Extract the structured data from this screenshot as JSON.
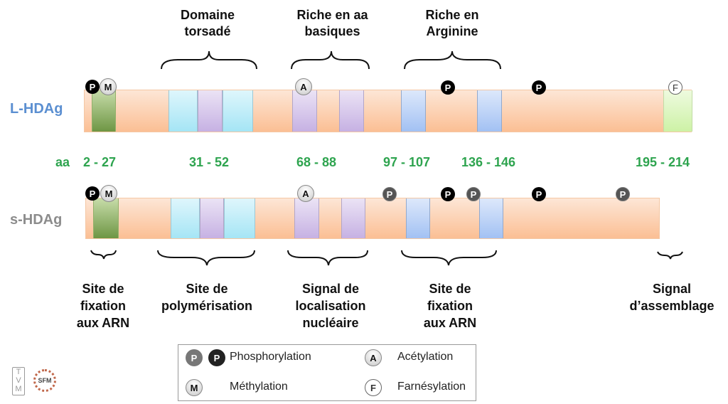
{
  "top_annotations": [
    {
      "id": "domaine-torsade",
      "lines": [
        "Domaine",
        "torsadé"
      ]
    },
    {
      "id": "riche-aa-basiques",
      "lines": [
        "Riche en aa",
        "basiques"
      ]
    },
    {
      "id": "riche-arginine",
      "lines": [
        "Riche en",
        "Arginine"
      ]
    }
  ],
  "proteins": {
    "large": {
      "label": "L-HDAg",
      "color": "#5b8fd1"
    },
    "small": {
      "label": "s-HDAg",
      "color": "#8c8c8c"
    }
  },
  "aa_ranges": {
    "prefix": "aa",
    "ranges": [
      "2 - 27",
      "31 - 52",
      "68 - 88",
      "97 - 107",
      "136 - 146",
      "195 - 214"
    ]
  },
  "bottom_annotations": [
    {
      "id": "site-fixation-arn-1",
      "lines": [
        "Site de",
        "fixation",
        "aux ARN"
      ]
    },
    {
      "id": "site-polymerisation",
      "lines": [
        "Site de",
        "polymérisation"
      ]
    },
    {
      "id": "signal-localisation-nucleaire",
      "lines": [
        "Signal de",
        "localisation",
        "nucléaire"
      ]
    },
    {
      "id": "site-fixation-arn-2",
      "lines": [
        "Site de",
        "fixation",
        "aux ARN"
      ]
    },
    {
      "id": "signal-assemblage",
      "lines": [
        "Signal",
        "d’assemblage"
      ]
    }
  ],
  "modifications": {
    "large": [
      "P",
      "M",
      "A",
      "P",
      "P",
      "F"
    ],
    "small": [
      "P",
      "M",
      "A",
      "P",
      "P",
      "P",
      "P",
      "P"
    ]
  },
  "legend": {
    "phospho_gray": "P",
    "phospho_black": "P",
    "phospho_label": "Phosphorylation",
    "acetyl_badge": "A",
    "acetyl_label": "Acétylation",
    "methyl_badge": "M",
    "methyl_label": "Méthylation",
    "farnesyl_badge": "F",
    "farnesyl_label": "Farnésylation"
  },
  "logos": {
    "tvm": "TVM",
    "sfm": "SFM"
  }
}
